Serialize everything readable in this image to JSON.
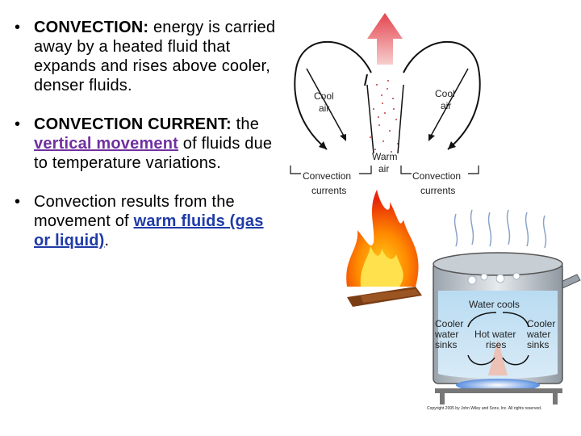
{
  "bullets": [
    {
      "bullet": "•",
      "label": "CONVECTION:",
      "text": " energy is carried away by a heated fluid that expands and rises above cooler, denser fluids."
    },
    {
      "bullet": "•",
      "label": "CONVECTION CURRENT:",
      "pre": " the ",
      "highlight": "vertical movement",
      "post": " of fluids due to temperature variations."
    },
    {
      "bullet": "•",
      "pre": "Convection results from the movement of ",
      "highlight": "warm fluids (gas or liquid)",
      "post": "."
    }
  ],
  "fire_diagram": {
    "cool_air_left_1": "Cool",
    "cool_air_left_2": "air",
    "cool_air_right_1": "Cool",
    "cool_air_right_2": "air",
    "warm_air_1": "Warm",
    "warm_air_2": "air",
    "currents_left_1": "Convection",
    "currents_left_2": "currents",
    "currents_right_1": "Convection",
    "currents_right_2": "currents"
  },
  "pot_diagram": {
    "water_cools": "Water cools",
    "cooler_left_1": "Cooler",
    "cooler_left_2": "water",
    "cooler_left_3": "sinks",
    "hot_water_1": "Hot water",
    "hot_water_2": "rises",
    "cooler_right_1": "Cooler",
    "cooler_right_2": "water",
    "cooler_right_3": "sinks",
    "copyright": "Copyright 2005 by John Wiley and Sons, Inc. All rights reserved."
  }
}
